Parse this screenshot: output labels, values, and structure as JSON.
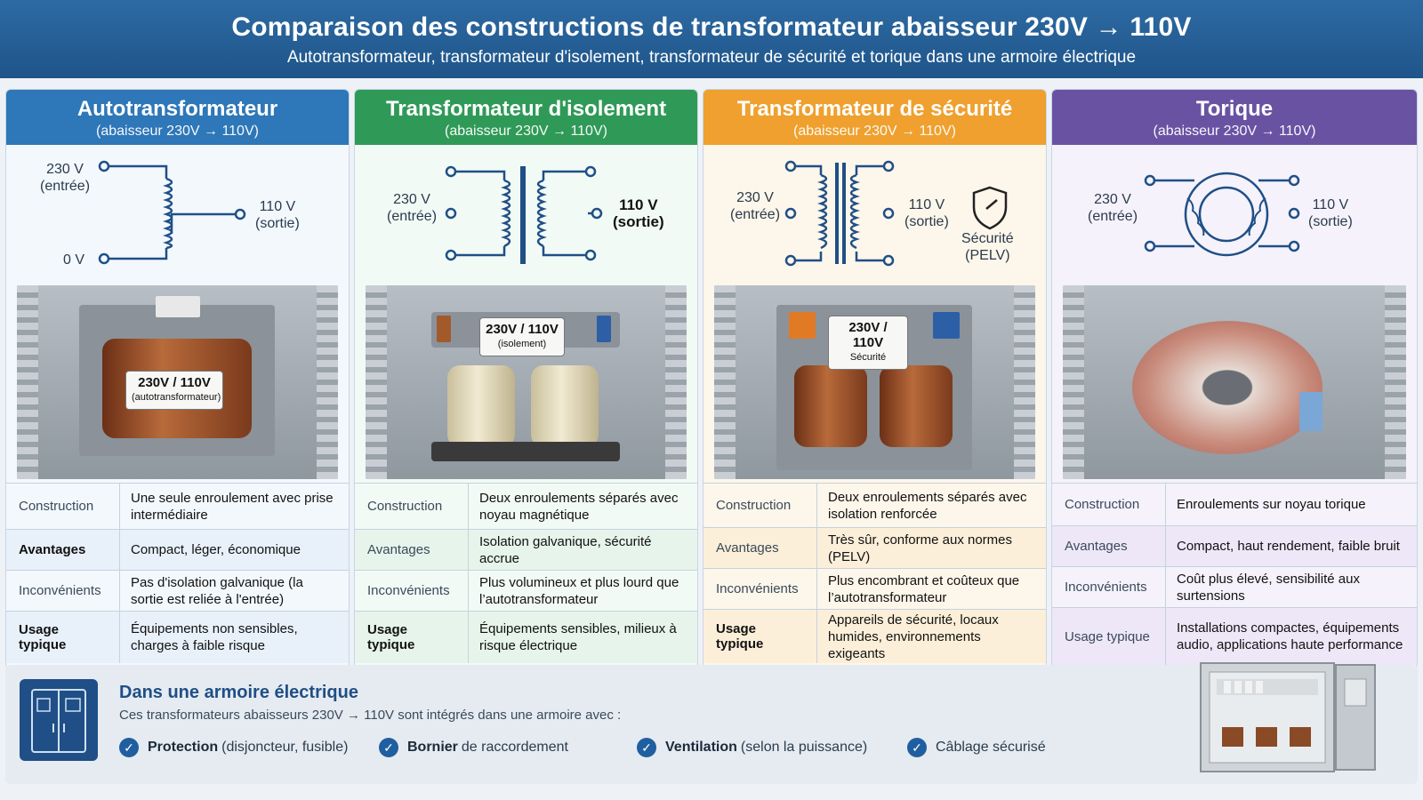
{
  "header": {
    "title": "Comparaison des constructions de transformateur abaisseur 230V → 110V",
    "subtitle": "Autotransformateur, transformateur d'isolement, transformateur de sécurité et torique dans une armoire électrique"
  },
  "colors": {
    "blue": "#2e77b8",
    "green": "#2f9a57",
    "orange": "#efa02e",
    "purple": "#6a52a3"
  },
  "cards": [
    {
      "title": "Autotransformateur",
      "subtitle": "(abaisseur 230V → 110V)",
      "diagram": {
        "in_label": "230 V",
        "in_sub": "(entrée)",
        "zero_label": "0 V",
        "out_label": "110 V",
        "out_sub": "(sortie)"
      },
      "photo_label": "230V / 110V",
      "photo_sub": "(autotransformateur)",
      "rows": [
        {
          "key": "Construction",
          "value": "Une seule enroulement avec prise intermédiaire"
        },
        {
          "key": "Avantages",
          "value": "Compact, léger, économique"
        },
        {
          "key": "Inconvénients",
          "value": "Pas d'isolation galvanique (la sortie est reliée à l'entrée)"
        },
        {
          "key": "Usage typique",
          "value": "Équipements non sensibles, charges à faible risque"
        }
      ]
    },
    {
      "title": "Transformateur d'isolement",
      "subtitle": "(abaisseur 230V → 110V)",
      "diagram": {
        "in_label": "230 V",
        "in_sub": "(entrée)",
        "out_label": "110 V",
        "out_sub": "(sortie)"
      },
      "photo_label": "230V / 110V",
      "photo_sub": "(isolement)",
      "rows": [
        {
          "key": "Construction",
          "value": "Deux enroulements séparés avec noyau magnétique"
        },
        {
          "key": "Avantages",
          "value": "Isolation galvanique, sécurité accrue"
        },
        {
          "key": "Inconvénients",
          "value": "Plus volumineux et plus lourd que l’autotransformateur"
        },
        {
          "key": "Usage typique",
          "value": "Équipements sensibles, milieux à risque électrique"
        }
      ]
    },
    {
      "title": "Transformateur de sécurité",
      "subtitle": "(abaisseur 230V → 110V)",
      "diagram": {
        "in_label": "230 V",
        "in_sub": "(entrée)",
        "out_label": "110 V",
        "out_sub": "(sortie)",
        "badge_label": "Sécurité",
        "badge_sub": "(PELV)"
      },
      "photo_label": "230V / 110V",
      "photo_sub": "Sécurité",
      "rows": [
        {
          "key": "Construction",
          "value": "Deux enroulements séparés avec isolation renforcée"
        },
        {
          "key": "Avantages",
          "value": "Très sûr, conforme aux normes (PELV)"
        },
        {
          "key": "Inconvénients",
          "value": "Plus encombrant et coûteux que l’autotransformateur"
        },
        {
          "key": "Usage typique",
          "value": "Appareils de sécurité, locaux humides, environnements exigeants"
        }
      ]
    },
    {
      "title": "Torique",
      "subtitle": "(abaisseur 230V → 110V)",
      "diagram": {
        "in_label": "230 V",
        "in_sub": "(entrée)",
        "out_label": "110 V",
        "out_sub": "(sortie)"
      },
      "rows": [
        {
          "key": "Construction",
          "value": "Enroulements sur noyau torique"
        },
        {
          "key": "Avantages",
          "value": "Compact, haut rendement, faible bruit"
        },
        {
          "key": "Inconvénients",
          "value": "Coût plus élevé, sensibilité aux surtensions"
        },
        {
          "key": "Usage typique",
          "value": "Installations compactes, équipements audio, applications haute performance"
        }
      ]
    }
  ],
  "footer": {
    "title": "Dans une armoire électrique",
    "subtitle": "Ces transformateurs abaisseurs 230V → 110V sont intégrés dans une armoire avec :",
    "features": [
      {
        "bold": "Protection",
        "rest": "(disjoncteur, fusible)"
      },
      {
        "bold": "Bornier",
        "rest": "de raccordement"
      },
      {
        "bold": "Ventilation",
        "rest": "(selon la puissance)"
      },
      {
        "bold": "",
        "rest": "Câblage sécurisé"
      }
    ]
  }
}
